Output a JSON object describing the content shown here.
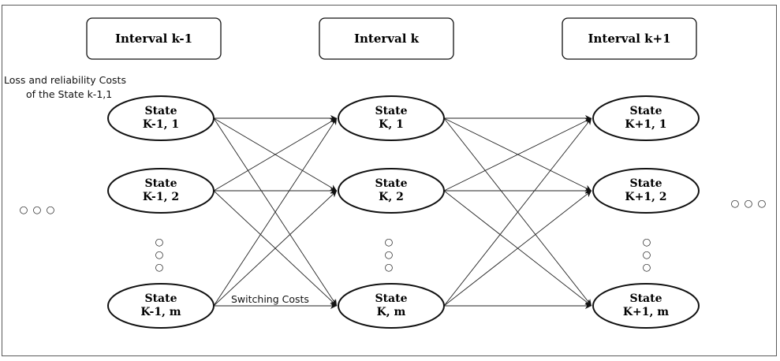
{
  "intervals": [
    {
      "label": "Interval k-1"
    },
    {
      "label": "Interval k"
    },
    {
      "label": "Interval k+1"
    }
  ],
  "columns": [
    {
      "states": [
        {
          "line1": "State",
          "line2": "K-1, 1"
        },
        {
          "line1": "State",
          "line2": "K-1, 2"
        },
        {
          "line1": "State",
          "line2": "K-1, m"
        }
      ]
    },
    {
      "states": [
        {
          "line1": "State",
          "line2": "K, 1"
        },
        {
          "line1": "State",
          "line2": "K, 2"
        },
        {
          "line1": "State",
          "line2": "K, m"
        }
      ]
    },
    {
      "states": [
        {
          "line1": "State",
          "line2": "K+1, 1"
        },
        {
          "line1": "State",
          "line2": "K+1, 2"
        },
        {
          "line1": "State",
          "line2": "K+1, m"
        }
      ]
    }
  ],
  "annotations": {
    "loss_line1": "Loss and reliability Costs",
    "loss_line2": "of the State k-1,1",
    "switching": "Switching Costs"
  },
  "ellipsis_glyph": "○",
  "colors": {
    "stroke": "#111111",
    "edge": "#222222",
    "frame": "#5a5a5a"
  }
}
